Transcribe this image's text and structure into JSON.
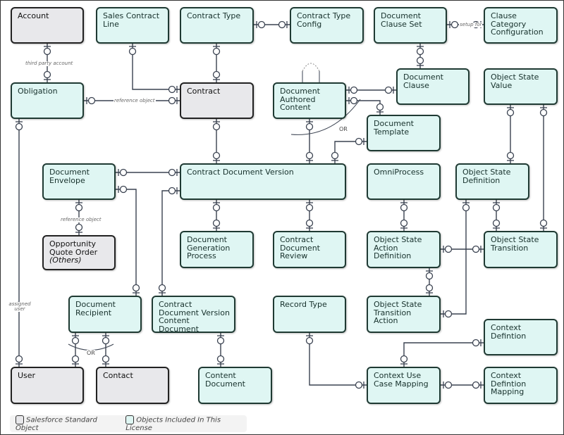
{
  "colors": {
    "standard": "#e8e8eb",
    "licensed": "#dff6f3",
    "border": "#1f3a33",
    "line": "#3a4250"
  },
  "entities": {
    "account": "Account",
    "sales_contract_line": "Sales Contract Line",
    "contract_type": "Contract Type",
    "contract_type_config": "Contract Type Config",
    "document_clause_set": "Document Clause Set",
    "clause_category_configuration": "Clause Category Configuration",
    "obligation": "Obligation",
    "contract": "Contract",
    "document_authored_content": "Document Authored Content",
    "document_clause": "Document Clause",
    "object_state_value": "Object State Value",
    "document_template": "Document Template",
    "document_envelope": "Document Envelope",
    "contract_document_version": "Contract Document Version",
    "omniprocess": "OmniProcess",
    "object_state_definition": "Object State Definition",
    "opportunity": "Opportunity Quote Order",
    "opportunity_others": "(Others)",
    "document_generation_process": "Document Generation Process",
    "contract_document_review": "Contract Document Review",
    "object_state_action_definition": "Object State Action Definition",
    "object_state_transition": "Object State Transition",
    "document_recipient": "Document Recipient",
    "cdv_content_document": "Contract Document Version Content Document",
    "record_type": "Record Type",
    "object_state_transition_action": "Object State Transition Action",
    "context_defintion": "Context Defintion",
    "user": "User",
    "contact": "Contact",
    "content_document": "Content Document",
    "context_use_case_mapping": "Context  Use Case Mapping",
    "context_defintion_mapping": "Context Defintion Mapping"
  },
  "relationship_labels": {
    "third_party_account": "third party account",
    "reference_object_obligation": "reference object",
    "reference_object_envelope": "reference object",
    "assigned_user": "assigned user",
    "setup_for": "setup for",
    "or_template": "OR",
    "or_recipient": "OR"
  },
  "legend": {
    "standard": "Salesforce Standard Object",
    "licensed": "Objects Included In This License"
  }
}
